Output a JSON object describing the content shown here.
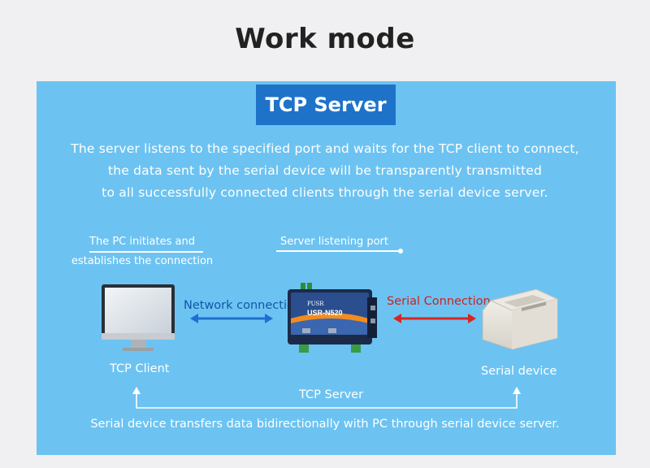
{
  "title": "Work mode",
  "badge": "TCP Server",
  "description": [
    "The server listens to the specified port and waits for the TCP client to connect,",
    "the data sent by the serial device will be transparently transmitted",
    "to all successfully connected clients through the serial device server."
  ],
  "pc_note": [
    "The PC initiates and",
    "establishes the connection"
  ],
  "server_note": "Server listening port",
  "network_connection": "Network connection",
  "serial_connection": "Serial Connection",
  "device_brand": "PUSR",
  "device_model": "USR-N520",
  "tcp_client": "TCP Client",
  "serial_device": "Serial device",
  "bottom_link": "TCP Server",
  "footer": "Serial device transfers data bidirectionally with PC through serial device server.",
  "colors": {
    "panel": "#6cc3f2",
    "badge": "#1e73c9",
    "network_arrow": "#1e6fd0",
    "serial_arrow": "#d8261f"
  },
  "icons": [
    "monitor-icon",
    "serial-server-device-icon",
    "receipt-printer-icon"
  ]
}
